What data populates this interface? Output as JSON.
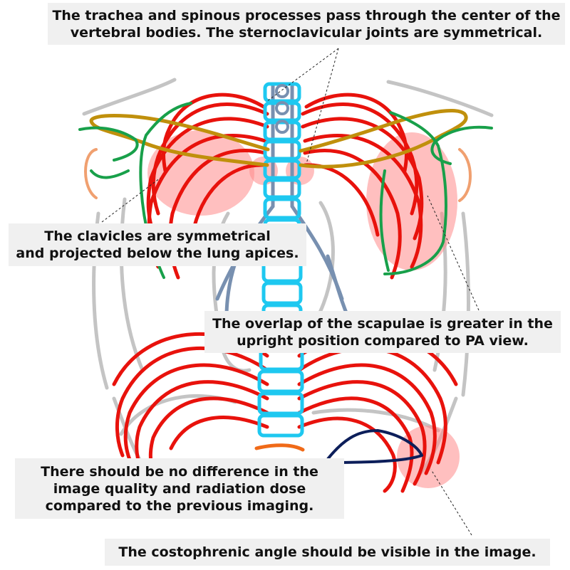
{
  "annotations": {
    "trachea": {
      "lines": [
        "The trachea and spinous processes pass through the center of the",
        "vertebral bodies. The sternoclavicular joints are symmetrical."
      ]
    },
    "clavicles": {
      "lines": [
        "The clavicles are symmetrical",
        "and projected below the lung apices."
      ]
    },
    "scapulae": {
      "lines": [
        "The overlap of the scapulae is greater in the",
        "upright position compared to PA view."
      ]
    },
    "quality": {
      "lines": [
        "There should be no difference in the",
        "image quality and radiation dose",
        "compared to the previous imaging."
      ]
    },
    "costophrenic": {
      "lines": [
        "The costophrenic angle should be visible in the image."
      ]
    }
  },
  "colors": {
    "ribs": "#e8120c",
    "spine": "#1ec8f0",
    "clavicle": "#c0900c",
    "scapula": "#18a04a",
    "trachea": "#7890b0",
    "soft_tissue": "#c4c4c4",
    "highlight": "#ff8a8a",
    "humeral_head": "#f0a070",
    "diaphragm_outline": "#0c1e5a",
    "lumbar": "#f06a18"
  }
}
